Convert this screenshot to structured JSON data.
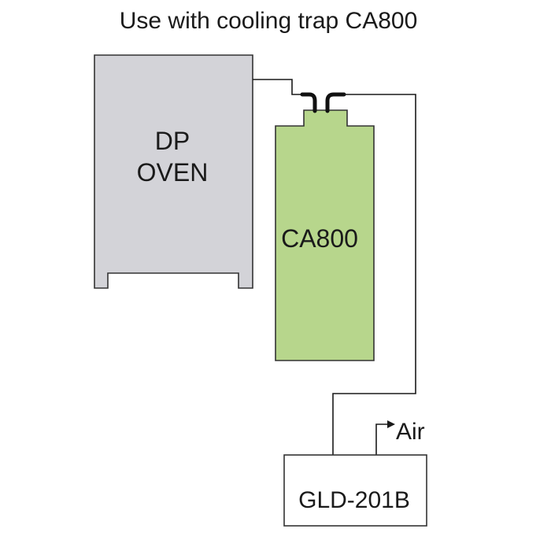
{
  "title": "Use with cooling trap CA800",
  "components": {
    "oven": {
      "label_line1": "DP",
      "label_line2": "OVEN",
      "fill": "#d3d3d8"
    },
    "trap": {
      "label": "CA800",
      "fill": "#b7d68c"
    },
    "detector": {
      "label": "GLD-201B",
      "fill": "#ffffff"
    }
  },
  "outlet": {
    "label": "Air"
  },
  "colors": {
    "stroke": "#333333",
    "tube": "#1a1a1a",
    "text": "#1a1a1a"
  }
}
